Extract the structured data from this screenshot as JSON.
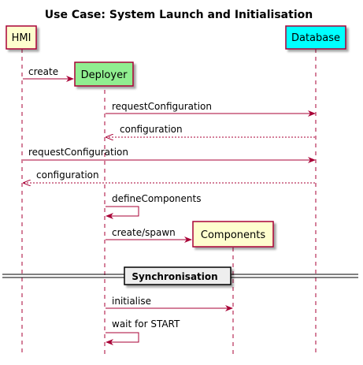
{
  "title": "Use Case: System Launch and Initialisation",
  "colors": {
    "participant_default": "#FEFECE",
    "deployer": "#90EE90",
    "database": "#00FFFF",
    "border": "#A80036",
    "arrow": "#A80036",
    "divider_box": "#EEEEEE"
  },
  "participants": [
    {
      "id": "hmi",
      "label": "HMI"
    },
    {
      "id": "deployer",
      "label": "Deployer"
    },
    {
      "id": "components",
      "label": "Components"
    },
    {
      "id": "database",
      "label": "Database"
    }
  ],
  "messages": [
    {
      "label": "create"
    },
    {
      "label": "requestConfiguration"
    },
    {
      "label": "configuration"
    },
    {
      "label": "requestConfiguration"
    },
    {
      "label": "configuration"
    },
    {
      "label": "defineComponents"
    },
    {
      "label": "create/spawn"
    },
    {
      "label": "initialise"
    },
    {
      "label": "wait for START"
    }
  ],
  "divider": {
    "label": "Synchronisation"
  }
}
